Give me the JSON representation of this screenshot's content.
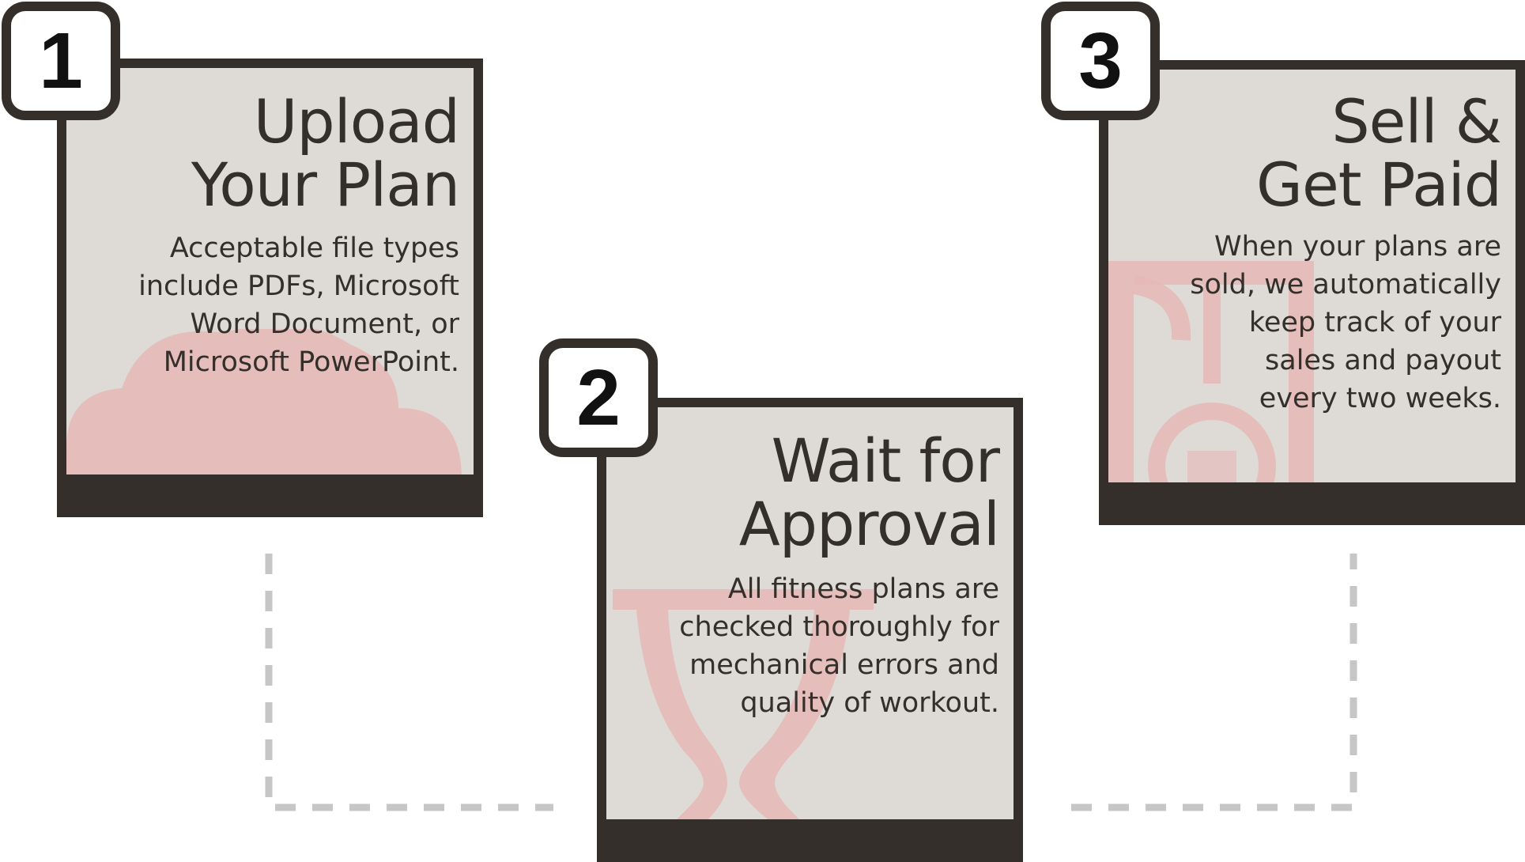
{
  "colors": {
    "frame": "#342f2a",
    "card_fill": "#dedad6",
    "icon_tint": "#e6b9b7",
    "connector": "#c6c6c6"
  },
  "steps": [
    {
      "number": "1",
      "title_line1": "Upload",
      "title_line2": "Your Plan",
      "desc_lines": [
        "Acceptable file types",
        "include PDFs, Microsoft",
        "Word Document, or",
        "Microsoft PowerPoint."
      ],
      "icon": "cloud-icon"
    },
    {
      "number": "2",
      "title_line1": "Wait for",
      "title_line2": "Approval",
      "desc_lines": [
        "All fitness plans are",
        "checked thoroughly for",
        "mechanical errors and",
        "quality of workout."
      ],
      "icon": "hourglass-icon"
    },
    {
      "number": "3",
      "title_line1": "Sell &",
      "title_line2": "Get Paid",
      "desc_lines": [
        "When your plans are",
        "sold, we automatically",
        "keep track of your",
        "sales and payout",
        "every two weeks."
      ],
      "icon": "money-tag-icon"
    }
  ]
}
